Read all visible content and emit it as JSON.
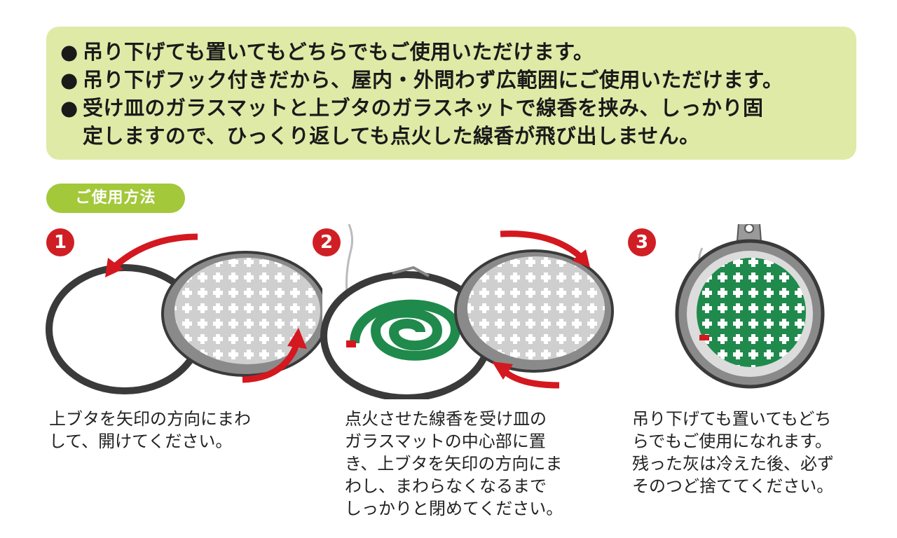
{
  "features": [
    {
      "bullet": "●",
      "text": "吊り下げても置いてもどちらでもご使用いただけます。"
    },
    {
      "bullet": "●",
      "text": "吊り下げフック付きだから、屋内・外問わず広範囲にご使用いただけます。"
    },
    {
      "bullet": "●",
      "text": "受け皿のガラスマットと上ブタのガラスネットで線香を挟み、しっかり固\n定しますので、ひっくり返しても点火した線香が飛び出しません。"
    }
  ],
  "usage_label": "ご使用方法",
  "steps": [
    {
      "number": "1",
      "caption": "上ブタを矢印の方向にまわ\nして、開けてください。"
    },
    {
      "number": "2",
      "caption": "点火させた線香を受け皿の\nガラスマットの中心部に置\nき、上ブタを矢印の方向にま\nわし、まわらなくなるまで\nしっかりと閉めてください。"
    },
    {
      "number": "3",
      "caption": "吊り下げても置いてもどち\nらでもご使用になれます。\n残った灰は冷えた後、必ず\nそのつど捨ててください。"
    }
  ],
  "colors": {
    "feature_bg": "#dfeaa7",
    "label_bg": "#a3c83a",
    "badge": "#cf1f25",
    "arrow": "#d4181f",
    "coil": "#1f8a4c"
  },
  "icons": [
    "rotate-left-arrow-icon",
    "rotate-right-arrow-icon",
    "mosquito-coil-icon",
    "hook-icon",
    "incense-case-icon"
  ]
}
